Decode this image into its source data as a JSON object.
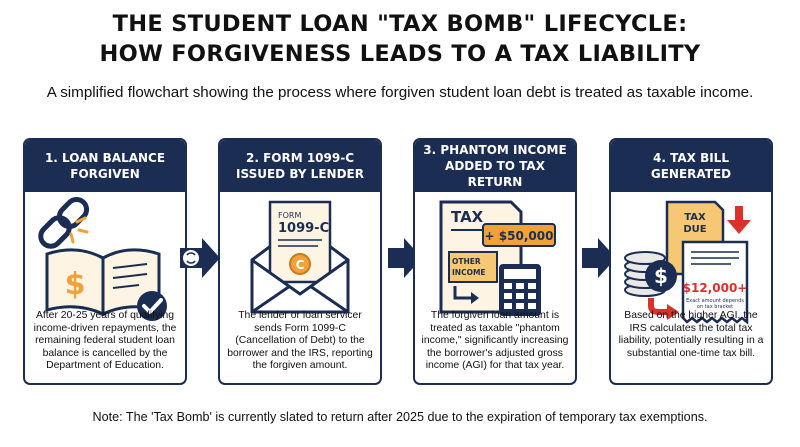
{
  "title_line1": "THE STUDENT LOAN \"TAX BOMB\" LIFECYCLE:",
  "title_line2": "HOW FORGIVENESS LEADS TO A TAX LIABILITY",
  "subtitle": "A simplified flowchart showing the process where forgiven student loan debt is treated as taxable income.",
  "steps": [
    {
      "header": "1. LOAN BALANCE FORGIVEN",
      "body": "After 20-25 years of qualifying income-driven repayments, the remaining federal student loan balance is cancelled by the Department of Education.",
      "icon": "broken-chain-book-dollar-icon"
    },
    {
      "header": "2. FORM 1099-C ISSUED BY LENDER",
      "body": "The lender or loan servicer sends Form 1099-C (Cancellation of Debt) to the borrower and the IRS, reporting the forgiven amount.",
      "icon": "envelope-form-icon",
      "form_label": "FORM",
      "form_number": "1099-C"
    },
    {
      "header": "3. PHANTOM INCOME ADDED TO TAX RETURN",
      "body": "The forgiven loan amount is treated as taxable \"phantom income,\" significantly increasing the borrower's adjusted gross income (AGI) for that tax year.",
      "icon": "tax-form-calculator-icon",
      "tax_label": "TAX",
      "amount": "+ $50,000",
      "other_income": "OTHER INCOME"
    },
    {
      "header": "4. TAX BILL GENERATED",
      "body": "Based on the higher AGI, the IRS calculates the total tax liability, potentially resulting in a substantial one-time tax bill.",
      "icon": "tax-due-receipt-icon",
      "tax_due": "TAX DUE",
      "bill_amount": "$12,000+",
      "bill_note": "Exact amount depends on tax bracket"
    }
  ],
  "note": "Note: The 'Tax Bomb' is currently slated to return after 2025 due to the expiration of temporary tax exemptions.",
  "colors": {
    "navy": "#1b2d52",
    "orange": "#f0a23a",
    "red": "#d8322b",
    "cream": "#fdf4e3"
  }
}
